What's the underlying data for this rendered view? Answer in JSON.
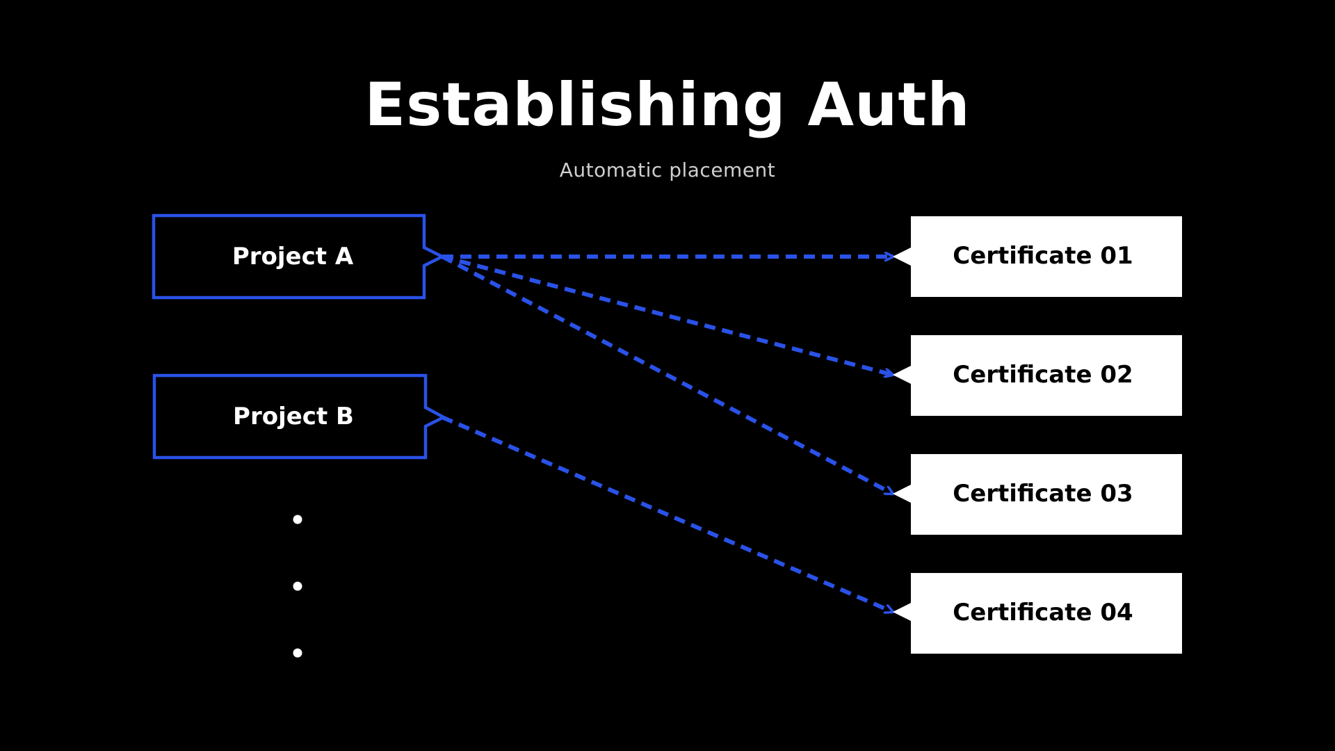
{
  "title": "Establishing Auth",
  "subtitle": "Automatic placement",
  "colors": {
    "background": "#000000",
    "accent": "#2a52e8",
    "project_text": "#ffffff",
    "certificate_fill": "#ffffff",
    "certificate_text": "#000000"
  },
  "projects": [
    {
      "label": "Project A"
    },
    {
      "label": "Project B"
    }
  ],
  "certificates": [
    {
      "label": "Certificate 01"
    },
    {
      "label": "Certificate 02"
    },
    {
      "label": "Certificate 03"
    },
    {
      "label": "Certificate 04"
    }
  ],
  "connections": [
    {
      "from": "Project A",
      "to": "Certificate 01",
      "style": "dashed-arrow"
    },
    {
      "from": "Project A",
      "to": "Certificate 02",
      "style": "dashed-arrow"
    },
    {
      "from": "Project A",
      "to": "Certificate 03",
      "style": "dashed-arrow"
    },
    {
      "from": "Project B",
      "to": "Certificate 04",
      "style": "dashed-arrow"
    }
  ],
  "continuation_marker": "vertical-ellipsis"
}
